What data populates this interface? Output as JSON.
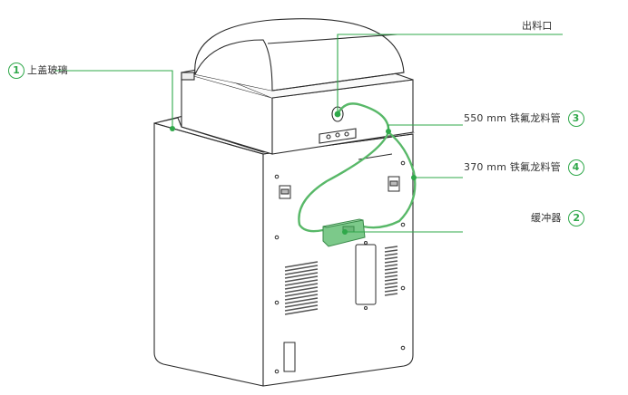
{
  "colors": {
    "accent": "#2fa84a",
    "tube": "#58b868",
    "buffer": "#7cc98a",
    "outline": "#2b2b2b",
    "body_fill": "#ffffff",
    "vent": "#555555",
    "label_text": "#333333"
  },
  "callouts": [
    {
      "id": "top-cover-glass",
      "number": "1",
      "label": "上盖玻璃"
    },
    {
      "id": "outlet",
      "number": "",
      "label": "出料口"
    },
    {
      "id": "ptfe-550",
      "number": "3",
      "label": "550 mm 铁氟龙料管"
    },
    {
      "id": "ptfe-370",
      "number": "4",
      "label": "370 mm 铁氟龙料管"
    },
    {
      "id": "buffer",
      "number": "2",
      "label": "缓冲器"
    }
  ]
}
